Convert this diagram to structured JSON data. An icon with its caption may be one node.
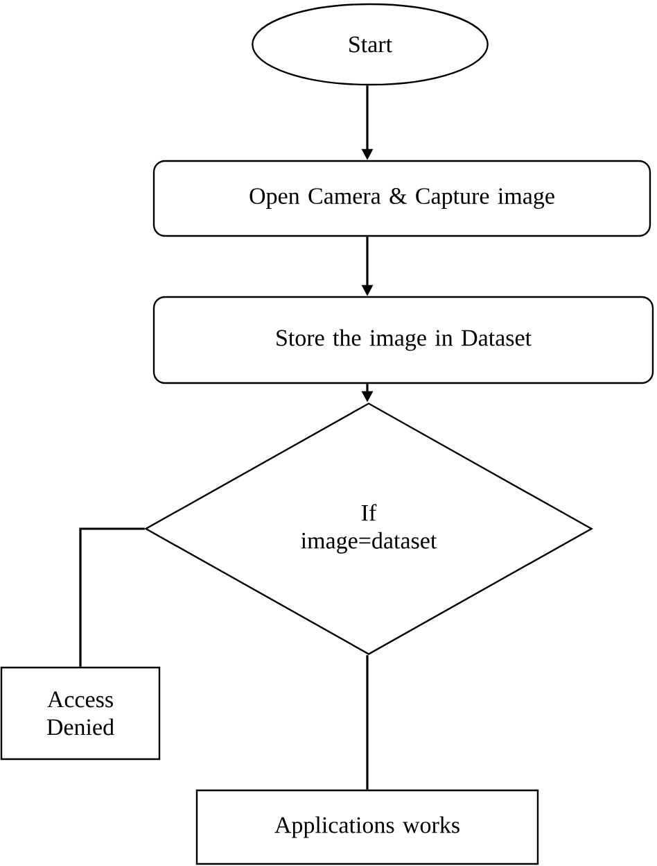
{
  "diagram": {
    "nodes": [
      {
        "text": [
          "Start"
        ]
      },
      {
        "text": [
          "Open Camera & Capture image"
        ]
      },
      {
        "text": [
          "Store the image in Dataset"
        ]
      },
      {
        "text": [
          "If image=dataset"
        ]
      },
      {
        "text": [
          "Access Denied"
        ]
      },
      {
        "text": [
          "Applications works"
        ]
      }
    ],
    "edges": [
      {
        "from": 0,
        "to": 1,
        "arrow": "to"
      },
      {
        "from": 1,
        "to": 2,
        "arrow": "to"
      },
      {
        "from": 2,
        "to": 3,
        "arrow": "to"
      },
      {
        "from": 3,
        "to": 4,
        "arrow": "none"
      },
      {
        "from": 3,
        "to": 5,
        "arrow": "none"
      }
    ]
  }
}
